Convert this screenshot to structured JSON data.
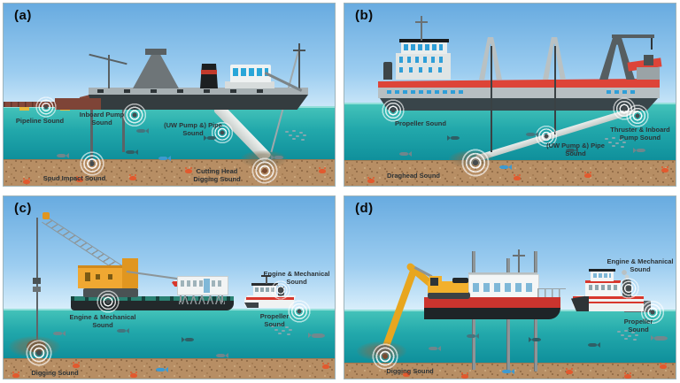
{
  "panels": [
    {
      "tag": "(a)",
      "vessel": "cutter-suction-dredger",
      "labels": {
        "pipeline": "Pipeline Sound",
        "inboard_pump": "Inboard Pump Sound",
        "uw_pump": "(UW Pump &) Pipe Sound",
        "spud": "Spud Impact Sound",
        "cutting_head": "Cutting Head Digging Sound"
      }
    },
    {
      "tag": "(b)",
      "vessel": "trailing-suction-hopper-dredger",
      "labels": {
        "propeller": "Propeller Sound",
        "draghead": "Draghead Sound",
        "uw_pump": "(UW Pump &) Pipe Sound",
        "thruster": "Thruster & Inboard Pump Sound"
      }
    },
    {
      "tag": "(c)",
      "vessel": "grab-crane-dredger-barge",
      "labels": {
        "engine_barge": "Engine & Mechanical Sound",
        "digging": "Digging Sound",
        "engine_tug": "Engine & Mechanical Sound",
        "propeller": "Propeller Sound"
      }
    },
    {
      "tag": "(d)",
      "vessel": "backhoe-dredger-barge",
      "labels": {
        "digging": "Digging Sound",
        "engine_tug": "Engine & Mechanical Sound",
        "propeller": "Propeller Sound"
      }
    }
  ],
  "icons": {
    "sound_source": "concentric-ripple-rings",
    "fish": "fish-silhouette",
    "fish_school": "small-fish-school",
    "crab": "crab-silhouette",
    "sediment_plume": "sediment-cloud"
  },
  "colors": {
    "sky_top": "#68abe0",
    "sky_bottom": "#e8f6fd",
    "water_top": "#46c4ba",
    "water_bottom": "#0f8f9b",
    "seabed": "#b78e64",
    "accent_red": "#d8372c",
    "crane_yellow": "#f0a832",
    "hull_dark": "#343c3f",
    "label_text": "#2d3336"
  }
}
